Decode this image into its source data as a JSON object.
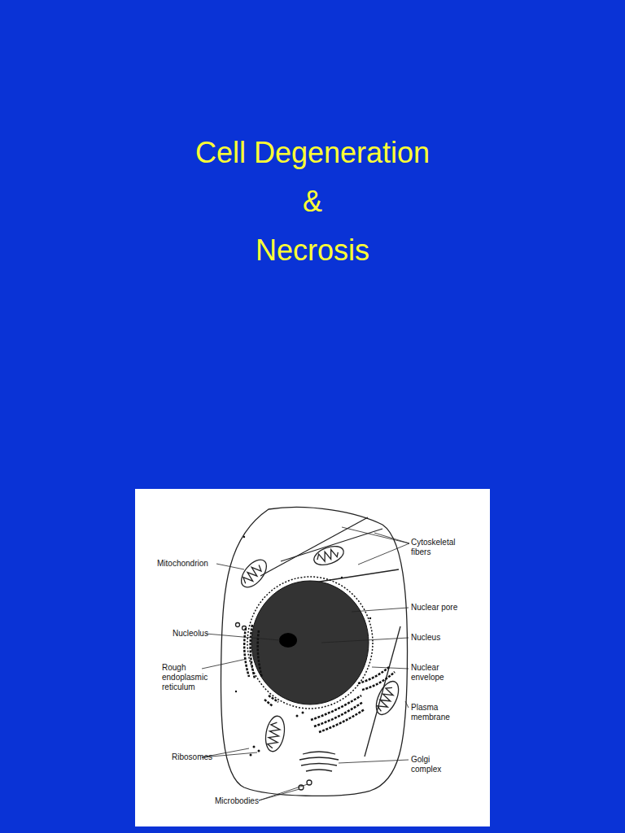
{
  "diagram": {
    "title": "Cell Degeneration & Necrosis",
    "labels": [
      "Mitochondrion",
      "Nucleolus",
      "Rough endoplasmic reticulum",
      "Ribosomes",
      "Microbodies",
      "Cytoskeletal fibers",
      "Nuclear pore",
      "Nucleus",
      "Nuclear envelope",
      "Plasma membrane",
      "Golgi complex"
    ]
  }
}
